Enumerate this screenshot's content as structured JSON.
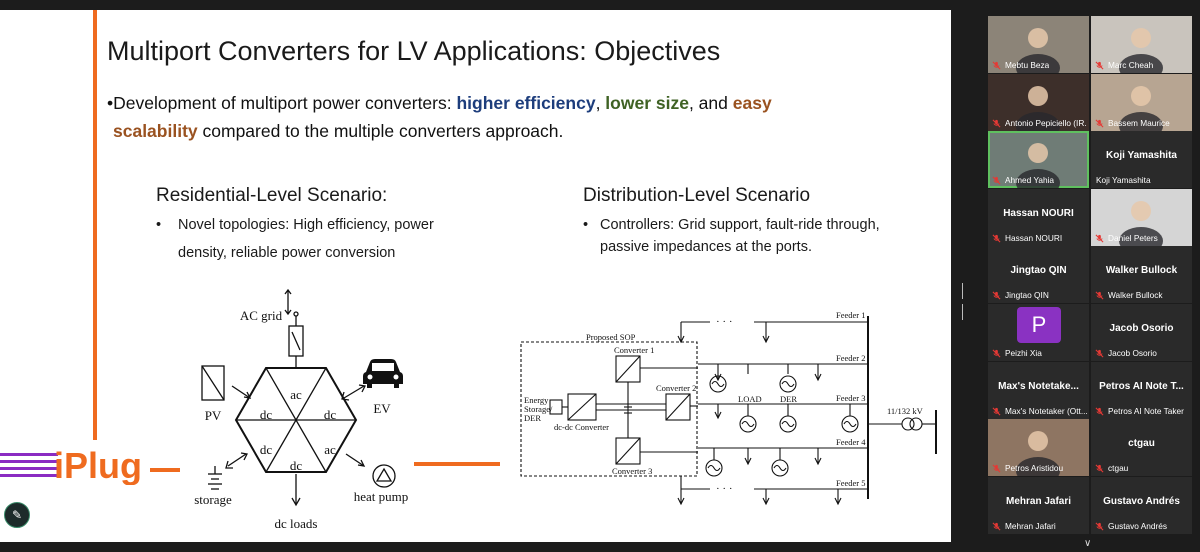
{
  "slide": {
    "title": "Multiport Converters for LV Applications: Objectives",
    "bullet": {
      "prefix": "•Development of multiport power converters: ",
      "highlight1": "higher efficiency",
      "sep1": ", ",
      "highlight2": "lower size",
      "sep2": ", and ",
      "highlight3a": "easy",
      "highlight3b": "scalability",
      "suffix": " compared to the multiple converters approach."
    },
    "residential": {
      "heading": "Residential-Level Scenario:",
      "item_line1": "Novel topologies: High efficiency, power",
      "item_line2": "density, reliable power conversion"
    },
    "distribution": {
      "heading": "Distribution-Level Scenario",
      "item_line1": "Controllers: Grid support, fault-ride through,",
      "item_line2": "passive impedances at the ports."
    },
    "bullet_dot": "•",
    "hex_diagram": {
      "ac_grid": "AC grid",
      "pv": "PV",
      "ev": "EV",
      "storage": "storage",
      "heat_pump": "heat pump",
      "dc_loads": "dc loads",
      "segments": [
        "ac",
        "dc",
        "dc",
        "dc",
        "ac",
        "dc"
      ]
    },
    "sop_diagram": {
      "proposed_sop": "Proposed SOP",
      "converter1": "Converter 1",
      "converter2": "Converter 2",
      "converter3": "Converter 3",
      "dcdc": "dc-dc Converter",
      "energy_storage_1": "Energy",
      "energy_storage_2": "Storage/",
      "energy_storage_3": "DER",
      "load": "LOAD",
      "der": "DER",
      "voltage": "11/132 kV",
      "dots": "· · ·",
      "feeders": [
        "Feeder 1",
        "Feeder 2",
        "Feeder 3",
        "Feeder 4",
        "Feeder 5"
      ]
    },
    "logo_text": "iPlug"
  },
  "participants": [
    {
      "name": "Mebtu Beza",
      "video": true,
      "bg": "#8c8478"
    },
    {
      "name": "Marc Cheah",
      "video": true,
      "bg": "#c9c4bd"
    },
    {
      "name": "Antonio Pepiciello (IR...",
      "video": true,
      "bg": "#3d2f2a"
    },
    {
      "name": "Bassem Maurice",
      "video": true,
      "bg": "#b7a592"
    },
    {
      "name": "Ahmed Yahia",
      "video": true,
      "bg": "#6f7c76",
      "active": true
    },
    {
      "name": "Koji Yamashita",
      "big": "Koji Yamashita",
      "muted": false
    },
    {
      "name": "Hassan NOURI",
      "big": "Hassan NOURI"
    },
    {
      "name": "Daniel Peters",
      "video": true,
      "bg": "#d5d5d5"
    },
    {
      "name": "Jingtao QIN",
      "big": "Jingtao QIN"
    },
    {
      "name": "Walker Bullock",
      "big": "Walker Bullock"
    },
    {
      "name": "Peizhi Xia",
      "avatar": "P"
    },
    {
      "name": "Jacob Osorio",
      "big": "Jacob Osorio"
    },
    {
      "name": "Max's Notetaker (Ott...",
      "big": "Max's Notetake..."
    },
    {
      "name": "Petros AI Note Taker",
      "big": "Petros AI Note T..."
    },
    {
      "name": "Petros Aristidou",
      "video": true,
      "bg": "#8e7562"
    },
    {
      "name": "ctgau",
      "big": "ctgau"
    },
    {
      "name": "Mehran Jafari",
      "big": "Mehran Jafari"
    },
    {
      "name": "Gustavo Andrés",
      "big": "Gustavo Andrés"
    }
  ],
  "colors": {
    "accent_orange": "#ef6b1f",
    "logo_purple": "#8a2bc2",
    "highlight_blue": "#1d3d7c",
    "highlight_green": "#3f6224",
    "highlight_brown": "#9a5220",
    "active_speaker": "#5fc05f",
    "muted_red": "#e53935"
  }
}
